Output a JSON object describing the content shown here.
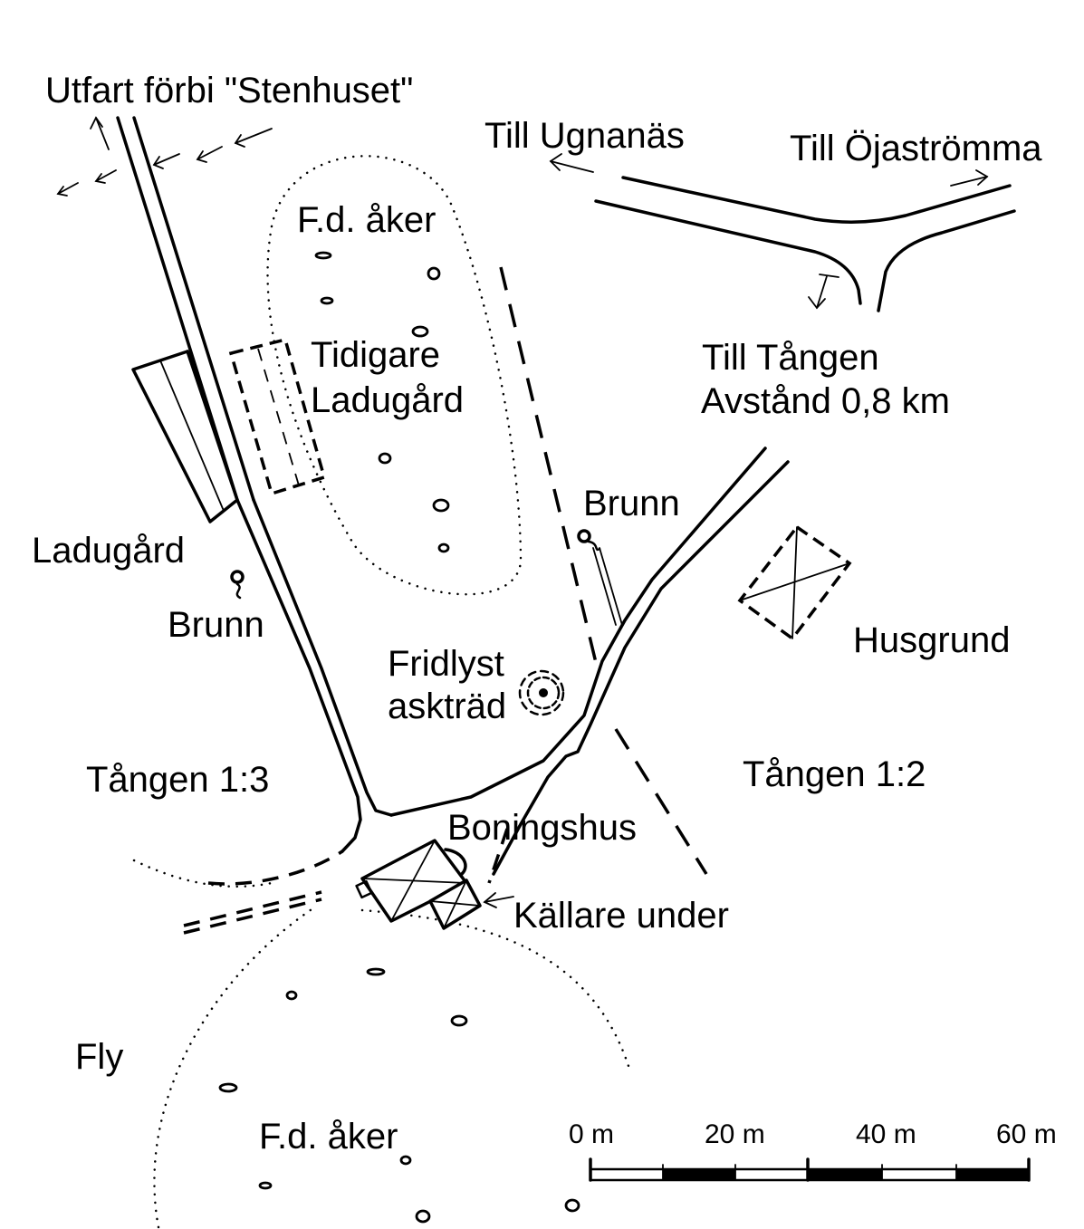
{
  "labels": {
    "exit_past_stenhuset": "Utfart förbi \"Stenhuset\"",
    "to_ugnanas": "Till Ugnanäs",
    "to_ojastromma": "Till Öjaströmma",
    "former_field_north": "F.d. åker",
    "former_barn_line1": "Tidigare",
    "former_barn_line2": "Ladugård",
    "to_tangen_line1": "Till Tången",
    "to_tangen_line2": "Avstånd 0,8 km",
    "well_east": "Brunn",
    "barn": "Ladugård",
    "well_west": "Brunn",
    "house_foundation": "Husgrund",
    "protected_ash_line1": "Fridlyst",
    "protected_ash_line2": "askträd",
    "property_west": "Tången 1:3",
    "property_east": "Tången 1:2",
    "dwelling_house": "Boningshus",
    "cellar_below": "Källare under",
    "bog": "Fly",
    "former_field_south": "F.d. åker"
  },
  "scale_bar": {
    "ticks": [
      "0 m",
      "20 m",
      "40 m",
      "60 m"
    ]
  }
}
